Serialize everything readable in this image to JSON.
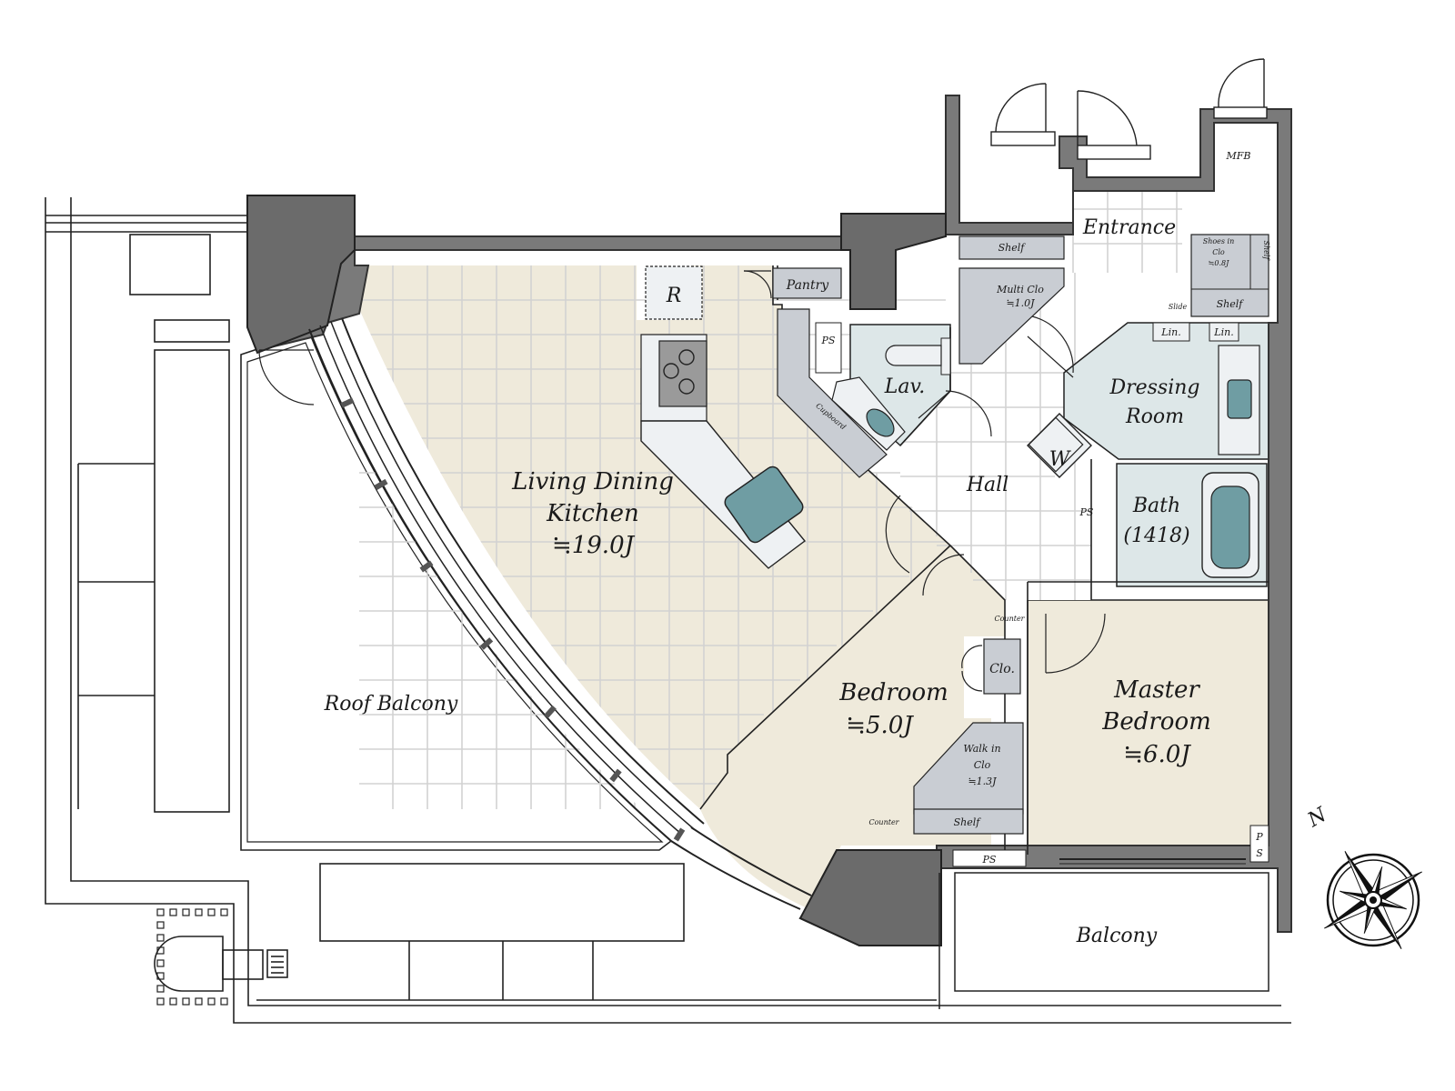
{
  "colors": {
    "ldk_floor": "#efeadb",
    "bedroom_floor": "#efeadb",
    "wet_area_floor": "#dde7e8",
    "wall": "#7a7a7a",
    "closet": "#c9cdd3",
    "hall_floor": "#ffffff"
  },
  "rooms": {
    "ldk": {
      "line1": "Living Dining",
      "line2": "Kitchen",
      "area": "≒19.0J"
    },
    "roof_balcony": "Roof Balcony",
    "bedroom": {
      "name": "Bedroom",
      "area": "≒5.0J"
    },
    "master_bedroom": {
      "line1": "Master",
      "line2": "Bedroom",
      "area": "≒6.0J"
    },
    "balcony": "Balcony",
    "hall": "Hall",
    "entrance": "Entrance",
    "lav": "Lav.",
    "dressing_room": {
      "line1": "Dressing",
      "line2": "Room"
    },
    "bath": {
      "line1": "Bath",
      "line2": "(1418)"
    }
  },
  "fixtures": {
    "refrigerator": "R",
    "pantry": "Pantry",
    "ps_labels": [
      "PS",
      "PS",
      "PS",
      "P",
      "S"
    ],
    "cupboard": "Cupboard",
    "shelf": "Shelf",
    "multi_clo": "Multi Clo",
    "multi_clo_area": "≒1.0J",
    "mfb": "MFB",
    "shoes_in_clo": [
      "Shoes in",
      "Clo",
      "≒0.8J"
    ],
    "shelf_right": "Shelf",
    "shelf_lower": "Shelf",
    "slide": "Slide",
    "lin1": "Lin.",
    "lin2": "Lin.",
    "washer": "W",
    "clo": "Clo.",
    "walk_in_clo": [
      "Walk in",
      "Clo",
      "≒1.3J"
    ],
    "walk_in_shelf": "Shelf",
    "counter1": "Counter",
    "counter2": "Counter"
  },
  "compass": {
    "north": "N"
  }
}
